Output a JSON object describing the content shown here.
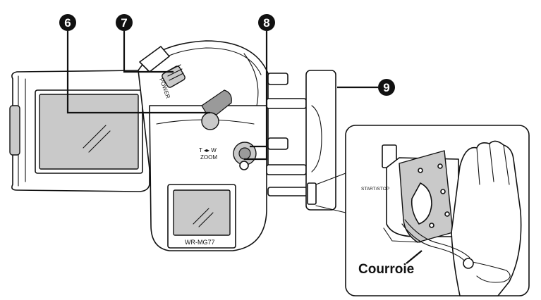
{
  "callouts": {
    "n6": "6",
    "n7": "7",
    "n8": "8",
    "n9": "9"
  },
  "housing": {
    "power_label": "POWER",
    "zoom_tw": "T ◂▸ W",
    "zoom_label": "ZOOM",
    "model_label": "WR-MG77"
  },
  "inset": {
    "button_label": "START/STOP",
    "strap_label": "Courroie"
  }
}
